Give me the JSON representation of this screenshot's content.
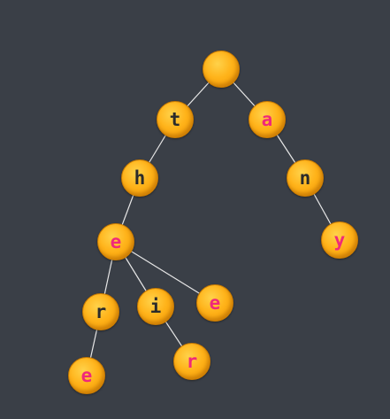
{
  "nodes": [
    {
      "id": "root",
      "label": ""
    },
    {
      "id": "t",
      "label": "t"
    },
    {
      "id": "a",
      "label": "a"
    },
    {
      "id": "h",
      "label": "h"
    },
    {
      "id": "n",
      "label": "n"
    },
    {
      "id": "y",
      "label": "y"
    },
    {
      "id": "e1",
      "label": "e"
    },
    {
      "id": "r1",
      "label": "r"
    },
    {
      "id": "i",
      "label": "i"
    },
    {
      "id": "e2",
      "label": "e"
    },
    {
      "id": "e3",
      "label": "e"
    },
    {
      "id": "r2",
      "label": "r"
    }
  ],
  "edges": [
    [
      "root",
      "t"
    ],
    [
      "root",
      "a"
    ],
    [
      "t",
      "h"
    ],
    [
      "a",
      "n"
    ],
    [
      "n",
      "y"
    ],
    [
      "h",
      "e1"
    ],
    [
      "e1",
      "r1"
    ],
    [
      "e1",
      "i"
    ],
    [
      "e1",
      "e2"
    ],
    [
      "r1",
      "e3"
    ],
    [
      "i",
      "r2"
    ]
  ],
  "colors": {
    "background": "#3a3f47",
    "node_fill": "#ffb31a",
    "edge": "#e6e6e6",
    "label_default": "#2b2b2b",
    "label_word_end": "#f0287a"
  },
  "word_end_nodes": [
    "a",
    "y",
    "e1",
    "e2",
    "e3",
    "r2"
  ]
}
